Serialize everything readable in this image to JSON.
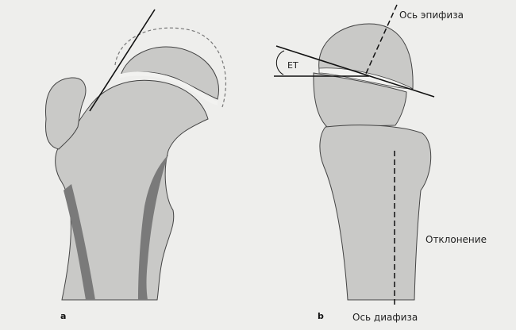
{
  "panels": [
    {
      "letter": "a"
    },
    {
      "letter": "b"
    }
  ],
  "labels": {
    "epiphysis_axis": "Ось эпифиза",
    "angle": "ET",
    "deviation": "Отклонение",
    "diaphysis_axis": "Ось диафиза"
  },
  "colors": {
    "background": "#eeeeec",
    "bone_fill": "#c9c9c7",
    "cortex": "#7a7a7a",
    "outline": "#2a2a2a",
    "growth_plate": "#f2f2f0"
  }
}
